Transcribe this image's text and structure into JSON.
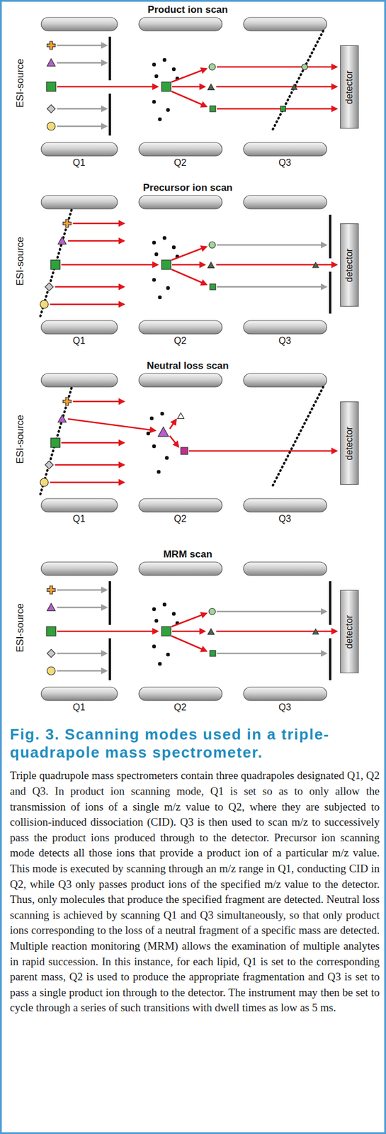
{
  "diagram": {
    "caption": "Fig. 3. Scanning modes used in a triple-quadrapole mass spectrometer.",
    "nodes": [
      {
        "text": [
          "detector"
        ]
      },
      {
        "text": [
          "detector"
        ]
      },
      {
        "text": [
          "detector"
        ]
      },
      {
        "text": [
          "detector"
        ]
      }
    ],
    "labels": [
      "Product ion scan",
      "ESI-source",
      "Q1",
      "Q2",
      "Q3",
      "Precursor ion scan",
      "ESI-source",
      "Q1",
      "Q2",
      "Q3",
      "Neutral loss scan",
      "ESI-source",
      "Q1",
      "Q2",
      "Q3",
      "MRM scan",
      "ESI-source",
      "Q1",
      "Q2",
      "Q3",
      "Triple quadrupole mass spectrometers contain three quadrapoles designated Q1, Q2 and Q3. In product ion scanning mode, Q1 is set so as to only allow the transmission of ions of a single m/z value to Q2, where they are subjected to collision-induced dissociation (CID). Q3 is then used to scan m/z to successively pass the product ions produced through to the detector. Precursor ion scanning mode detects all those ions that provide a product ion of a particular m/z value. This mode is executed by scanning through an m/z range in Q1, conducting CID in Q2, while Q3 only passes product ions of the specified m/z value to the detector. Thus, only molecules that produce the specified fragment are detected. Neutral loss scanning is achieved by scanning Q1 and Q3 simultaneously, so that only product ions corresponding to the loss of a neutral fragment of a specific mass are detected. Multiple reaction monitoring (MRM) allows the examination of multiple analytes in rapid succession. In this instance, for each lipid, Q1 is set to the corresponding parent mass, Q2 is used to produce the appropriate fragmentation and Q3 is set to pass a single product ion through to the detector. The instrument may then be set to cycle through a series of such transitions with dwell times as low as 5 ms."
    ]
  }
}
